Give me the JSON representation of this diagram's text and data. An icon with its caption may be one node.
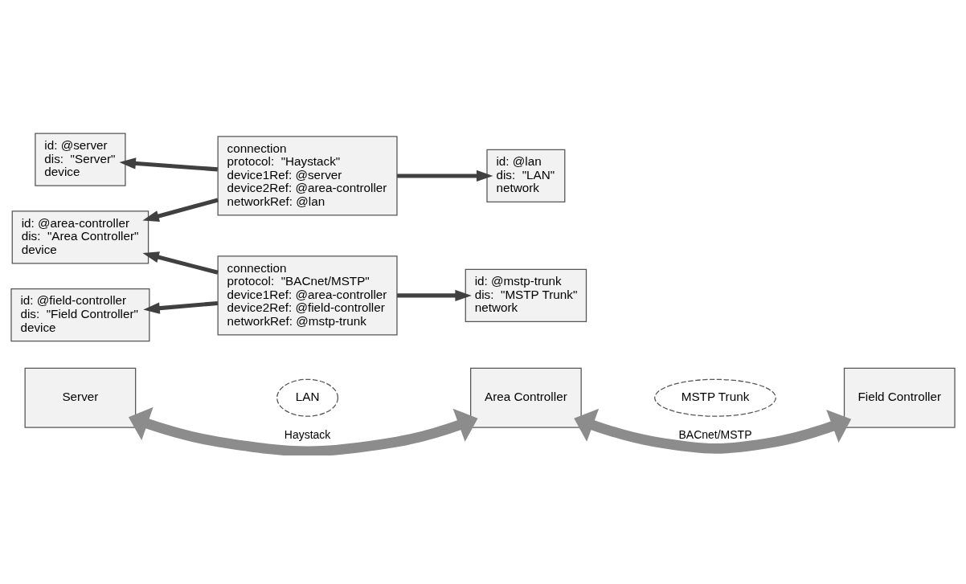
{
  "diagram": {
    "nodes": [
      {
        "text": [
          "Server"
        ]
      },
      {
        "text": [
          "LAN"
        ]
      },
      {
        "text": [
          "Area Controller"
        ]
      },
      {
        "text": [
          "MSTP Trunk"
        ]
      },
      {
        "text": [
          "Field Controller"
        ]
      },
      {
        "text": [
          "id: @server",
          "dis:  \"Server\"",
          "device"
        ]
      },
      {
        "text": [
          "connection",
          "protocol:  \"Haystack\"",
          "device1Ref: @server",
          "device2Ref: @area-controller",
          "networkRef: @lan"
        ]
      },
      {
        "text": [
          "id: @lan",
          "dis:  \"LAN\"",
          "network"
        ]
      },
      {
        "text": [
          "id: @area-controller",
          "dis:  \"Area Controller\"",
          "device"
        ]
      },
      {
        "text": [
          "connection",
          "protocol:  \"BACnet/MSTP\"",
          "device1Ref: @area-controller",
          "device2Ref: @field-controller",
          "networkRef: @mstp-trunk"
        ]
      },
      {
        "text": [
          "id: @field-controller",
          "dis:  \"Field Controller\"",
          "device"
        ]
      },
      {
        "text": [
          "id: @mstp-trunk",
          "dis:  \"MSTP Trunk\"",
          "network"
        ]
      }
    ],
    "edges": [
      {
        "from": 0,
        "to": 2,
        "arrow": "both",
        "label": "Haystack",
        "style": "thick"
      },
      {
        "from": 2,
        "to": 4,
        "arrow": "both",
        "label": "BACnet/MSTP",
        "style": "thick"
      },
      {
        "from": 6,
        "to": 5,
        "arrow": "to"
      },
      {
        "from": 6,
        "to": 8,
        "arrow": "to"
      },
      {
        "from": 6,
        "to": 7,
        "arrow": "to"
      },
      {
        "from": 9,
        "to": 8,
        "arrow": "to"
      },
      {
        "from": 9,
        "to": 10,
        "arrow": "to"
      },
      {
        "from": 9,
        "to": 11,
        "arrow": "to"
      }
    ]
  }
}
